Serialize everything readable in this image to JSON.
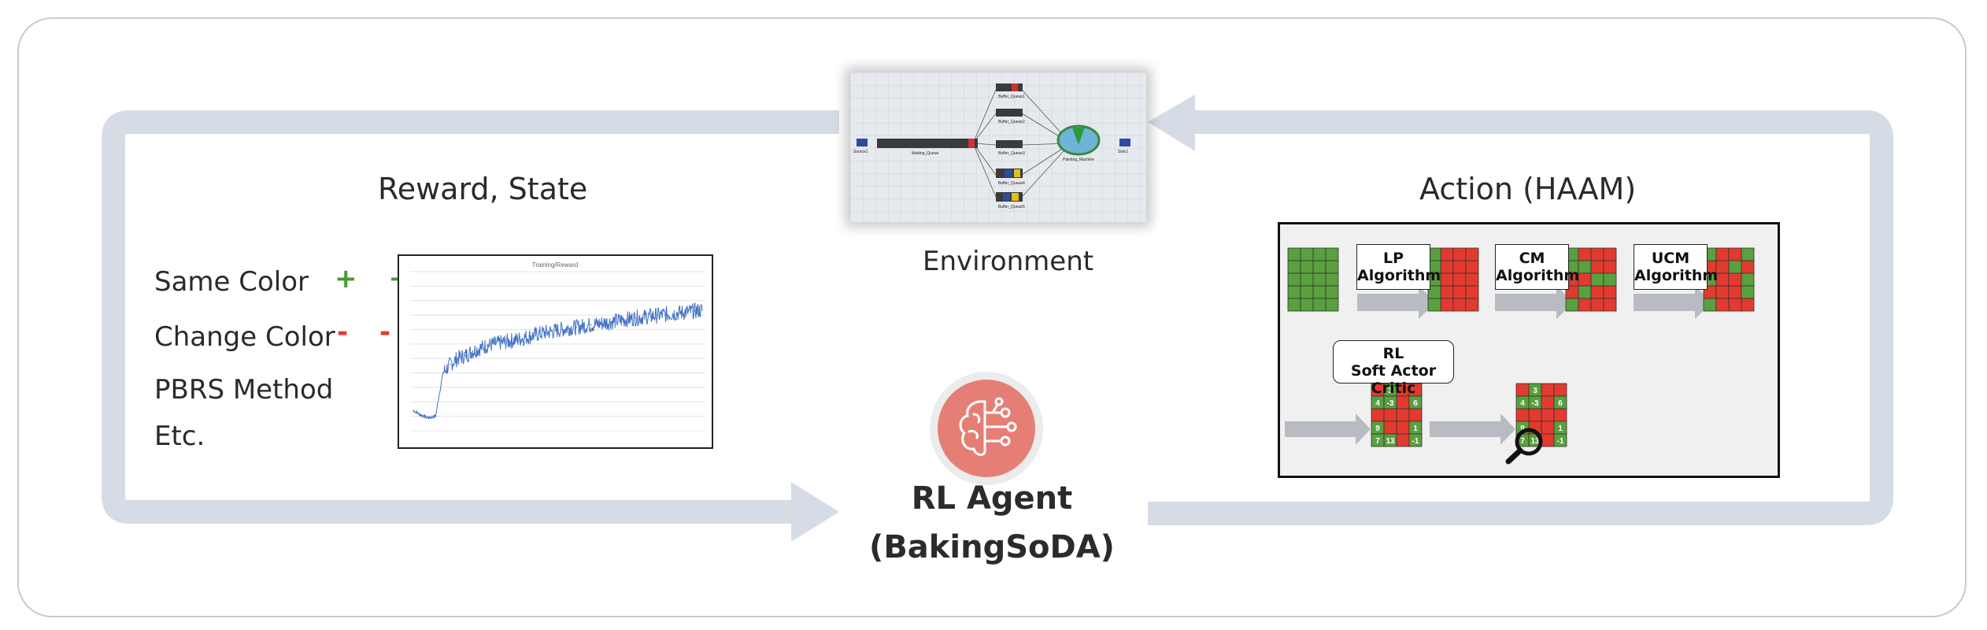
{
  "titles": {
    "reward_state": "Reward, State",
    "action": "Action (HAAM)",
    "environment": "Environment"
  },
  "legend": {
    "same_color": "Same Color",
    "same_color_mark": "+ +",
    "change_color": "Change Color",
    "change_color_mark": "- -",
    "pbrs": "PBRS Method",
    "etc": "Etc."
  },
  "agent": {
    "line1": "RL Agent",
    "line2": "(BakingSoDA)",
    "icon": "brain-circuit-icon"
  },
  "haam": {
    "lp_label": "LP\nAlgorithm",
    "cm_label": "CM\nAlgorithm",
    "ucm_label": "UCM\nAlgorithm",
    "rl_label": "RL\nSoft Actor Critic",
    "grid_numbers": [
      "3",
      "4",
      "-3",
      "6",
      "9",
      "1",
      "7",
      "13",
      "-1"
    ],
    "magnifier": "magnifier-icon"
  },
  "environment_sim": {
    "labels": [
      "Source1",
      "Waiting_Queue",
      "Buffer_Queue1",
      "Buffer_Queue2",
      "Buffer_Queue3",
      "Buffer_Queue4",
      "Buffer_Queue5",
      "Painting_Machine",
      "Sink1"
    ]
  },
  "colors": {
    "loop": "#d6dce5",
    "plus": "#4a9a2e",
    "minus": "#e33b2e",
    "cell_green": "#5aa03e",
    "cell_red": "#e23a2f",
    "agent_circle": "#e57f76",
    "series": "#4472c4"
  },
  "chart_data": {
    "type": "line",
    "title": "Training/Reward",
    "series": [
      {
        "values": [
          -30,
          -45,
          -55,
          -50,
          100,
          130,
          150,
          160,
          175,
          185,
          195,
          200,
          205,
          210,
          215,
          222,
          228,
          235,
          240,
          245,
          250,
          255,
          258,
          262,
          266,
          270,
          274,
          278,
          282,
          286,
          290,
          293,
          296,
          299,
          302,
          305,
          308,
          311,
          314,
          317
        ]
      }
    ],
    "ylim": [
      -100,
      450
    ],
    "grid": true
  }
}
